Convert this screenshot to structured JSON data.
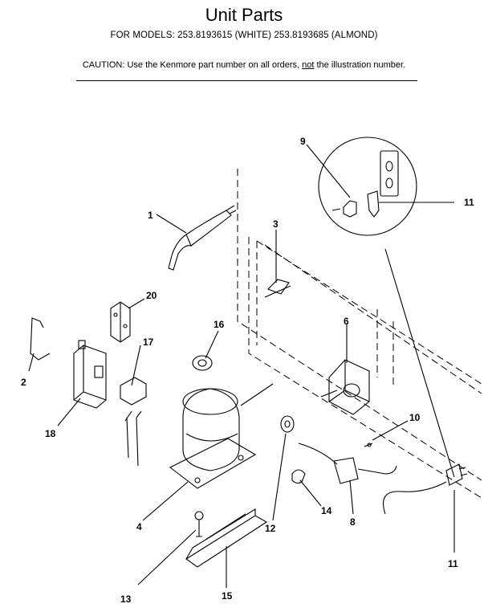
{
  "header": {
    "title": "Unit Parts",
    "models": "FOR MODELS: 253.8193615 (WHITE)  253.8193685 (ALMOND)",
    "caution_prefix": "CAUTION:  Use the Kenmore part number on all orders, ",
    "caution_not": "not",
    "caution_suffix": " the illustration number."
  },
  "callouts": {
    "c1": "1",
    "c2": "2",
    "c3": "3",
    "c4": "4",
    "c6": "6",
    "c8": "8",
    "c9": "9",
    "c10": "10",
    "c11a": "11",
    "c11b": "11",
    "c12": "12",
    "c13": "13",
    "c14": "14",
    "c15": "15",
    "c16": "16",
    "c17": "17",
    "c18": "18",
    "c20": "20"
  }
}
